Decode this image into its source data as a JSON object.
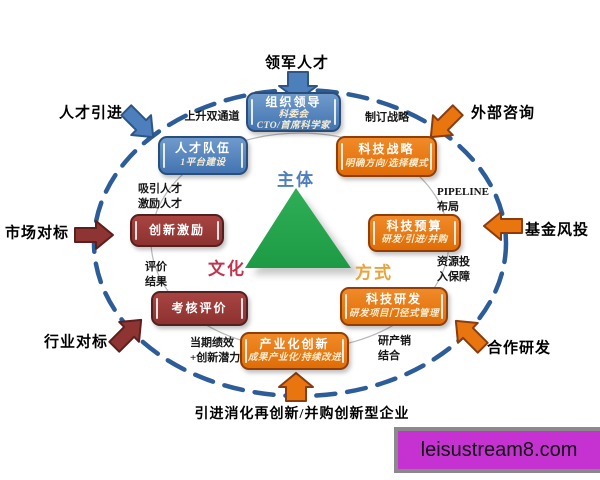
{
  "diagram": {
    "center": {
      "subject": "主体",
      "culture": "文化",
      "method": "方式"
    },
    "outer_labels": {
      "top": "领军人才",
      "top_left": "人才引进",
      "top_right": "外部咨询",
      "left": "市场对标",
      "right": "基金风投",
      "bottom_left": "行业对标",
      "bottom_right": "合作研发",
      "bottom": "引进消化再创新/并购创新型企业"
    },
    "boxes": {
      "org_leadership": {
        "title": "组织领导",
        "line1": "科委会",
        "line2": "CTO/首席科学家"
      },
      "talent_team": {
        "title": "人才队伍",
        "line1": "1平台建设"
      },
      "tech_strategy": {
        "title": "科技战略",
        "line1": "明确方向/选择模式"
      },
      "tech_budget": {
        "title": "科技预算",
        "line1": "研发/引进/并购"
      },
      "tech_rd": {
        "title": "科技研发",
        "line1": "研发项目门径式管理"
      },
      "industrial_innovation": {
        "title": "产业化创新",
        "line1": "成果产业化/持续改进"
      },
      "innovation_incentive": {
        "title": "创新激励"
      },
      "assessment": {
        "title": "考核评价"
      }
    },
    "annotations": {
      "dual_channel": "上升双通道",
      "make_strategy": "制订战略",
      "attract_line1": "吸引人才",
      "attract_line2": "激励人才",
      "pipeline_line1": "PIPELINE",
      "pipeline_line2": "布局",
      "eval_line1": "评价",
      "eval_line2": "结果",
      "resource_line1": "资源投",
      "resource_line2": "入保障",
      "perf_line1": "当期绩效",
      "perf_line2": "+创新潜力",
      "rps_line1": "研产销",
      "rps_line2": "结合"
    },
    "colors": {
      "blue": "#4f81bd",
      "orange": "#e8750d",
      "dark_red": "#943634",
      "green": "#29a452",
      "dash_blue": "#2d5d99",
      "magenta": "#c631d2"
    }
  },
  "watermark": {
    "text": "leisustream8.com"
  }
}
